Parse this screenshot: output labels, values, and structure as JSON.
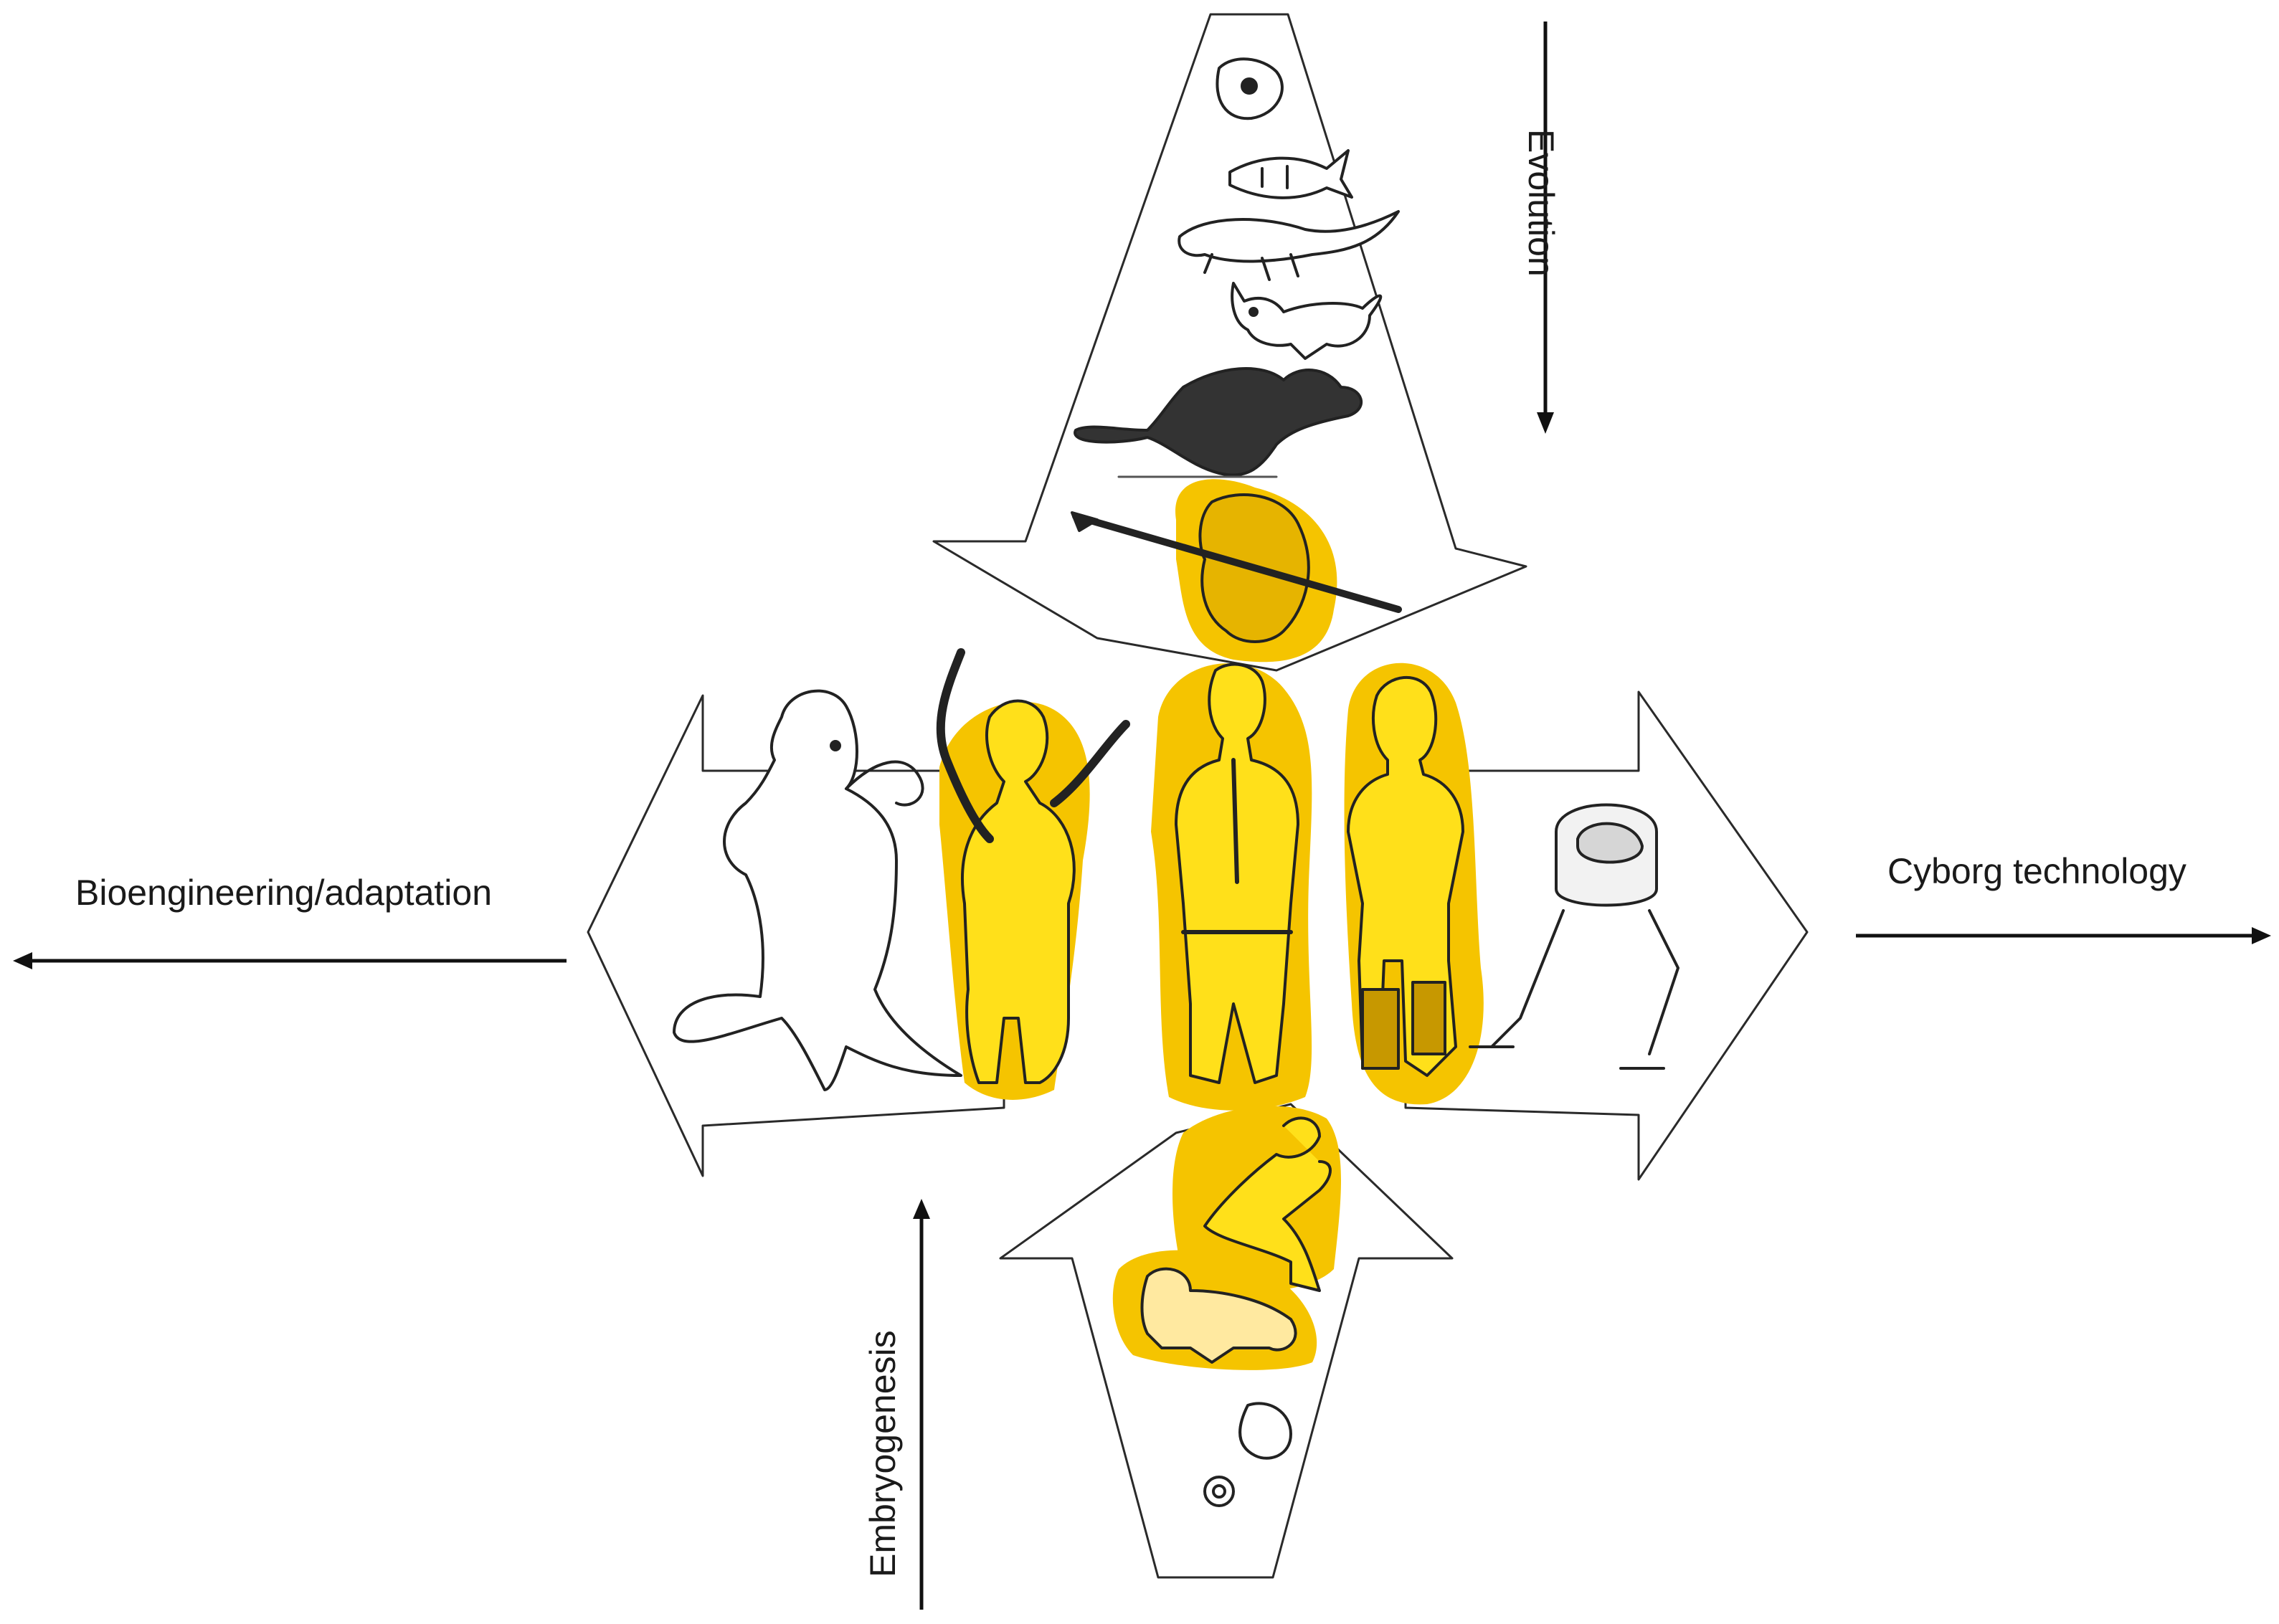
{
  "labels": {
    "evolution": "Evolution",
    "bioengineering": "Bioengineering/adaptation",
    "cyborg": "Cyborg technology",
    "embryogenesis": "Embryogenesis"
  },
  "colors": {
    "highlight": "#f5c400",
    "highlight_inner": "#ffe01a",
    "outline": "#2a2a2a",
    "arrow_fill": "#ffffff"
  },
  "figures": {
    "evolution_path": [
      "cell-icon",
      "fish-icon",
      "salamander-icon",
      "cat-icon",
      "monkey-icon",
      "caveman-icon"
    ],
    "bioengineering_path": [
      "snake-augmented-person-icon",
      "aquatic-humanoid-icon"
    ],
    "cyborg_path": [
      "prosthetic-leg-person-icon",
      "brain-walker-robot-icon"
    ],
    "embryogenesis_path": [
      "zygote-icon",
      "embryo-icon",
      "crawling-baby-icon",
      "crouching-person-icon"
    ],
    "center": "standing-man-icon"
  }
}
